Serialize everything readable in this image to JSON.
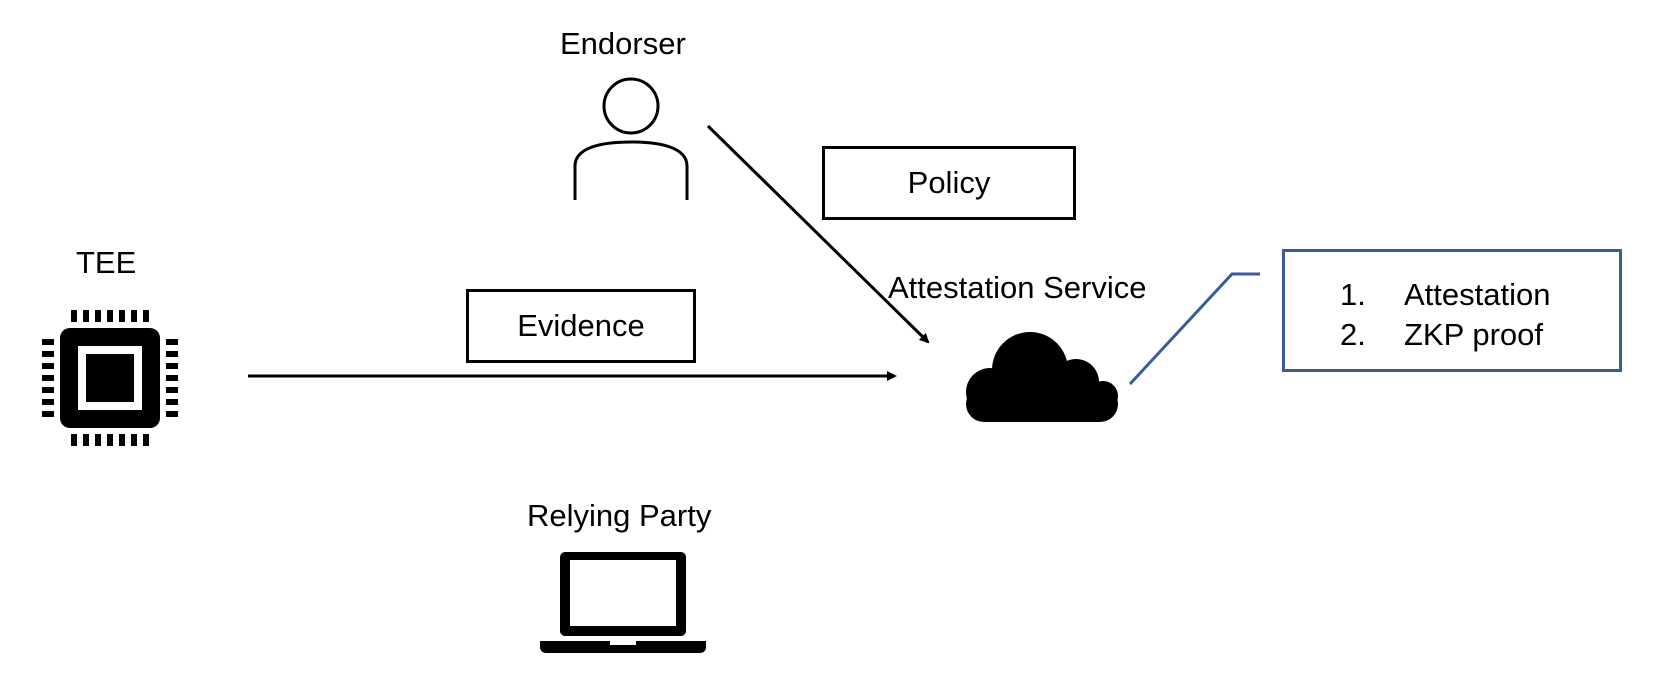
{
  "nodes": {
    "tee": {
      "label": "TEE",
      "icon": "chip-icon"
    },
    "endorser": {
      "label": "Endorser",
      "icon": "person-icon"
    },
    "attestation_service": {
      "label": "Attestation Service",
      "icon": "cloud-icon"
    },
    "relying_party": {
      "label": "Relying Party",
      "icon": "laptop-icon"
    }
  },
  "messages": {
    "evidence": "Evidence",
    "policy": "Policy"
  },
  "callout": {
    "items": [
      {
        "num": "1.",
        "text": "Attestation"
      },
      {
        "num": "2.",
        "text": "ZKP proof"
      }
    ],
    "border_color": "#3b5a9a"
  }
}
